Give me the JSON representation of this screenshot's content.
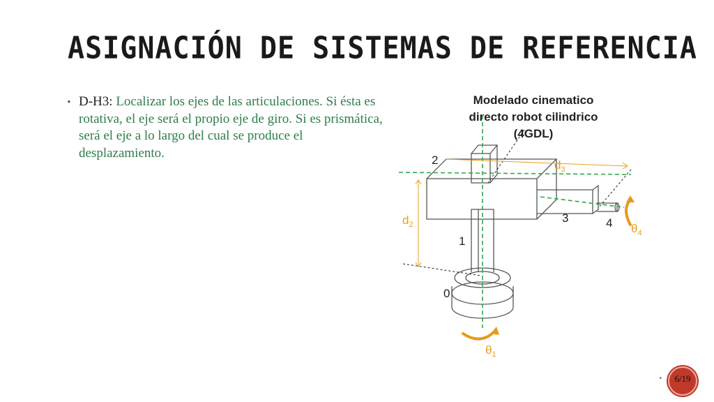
{
  "slide": {
    "title": "ASIGNACIÓN DE SISTEMAS DE REFERENCIA",
    "bullet": {
      "lead": "D-H3:",
      "text": " Localizar los ejes de las articulaciones. Si ésta es rotativa, el eje será el propio eje de giro. Si es prismática, será el eje a lo largo del cual se produce el desplazamiento."
    },
    "page_number": "6/19"
  },
  "figure": {
    "title_line1": "Modelado cinematico",
    "title_line2": "directo robot cilindrico",
    "title_line3": "(4GDL)",
    "labels": {
      "link0": "0",
      "link1": "1",
      "link2": "2",
      "link3": "3",
      "link4": "4",
      "d2": "d",
      "d2_sub": "2",
      "d3": "d",
      "d3_sub": "3",
      "theta1": "θ",
      "theta1_sub": "1",
      "theta4": "θ",
      "theta4_sub": "4"
    },
    "colors": {
      "axis": "#2eaa4a",
      "dimension": "#e8a020",
      "body_stroke": "#555555",
      "dimension_text": "#e8a020"
    }
  }
}
